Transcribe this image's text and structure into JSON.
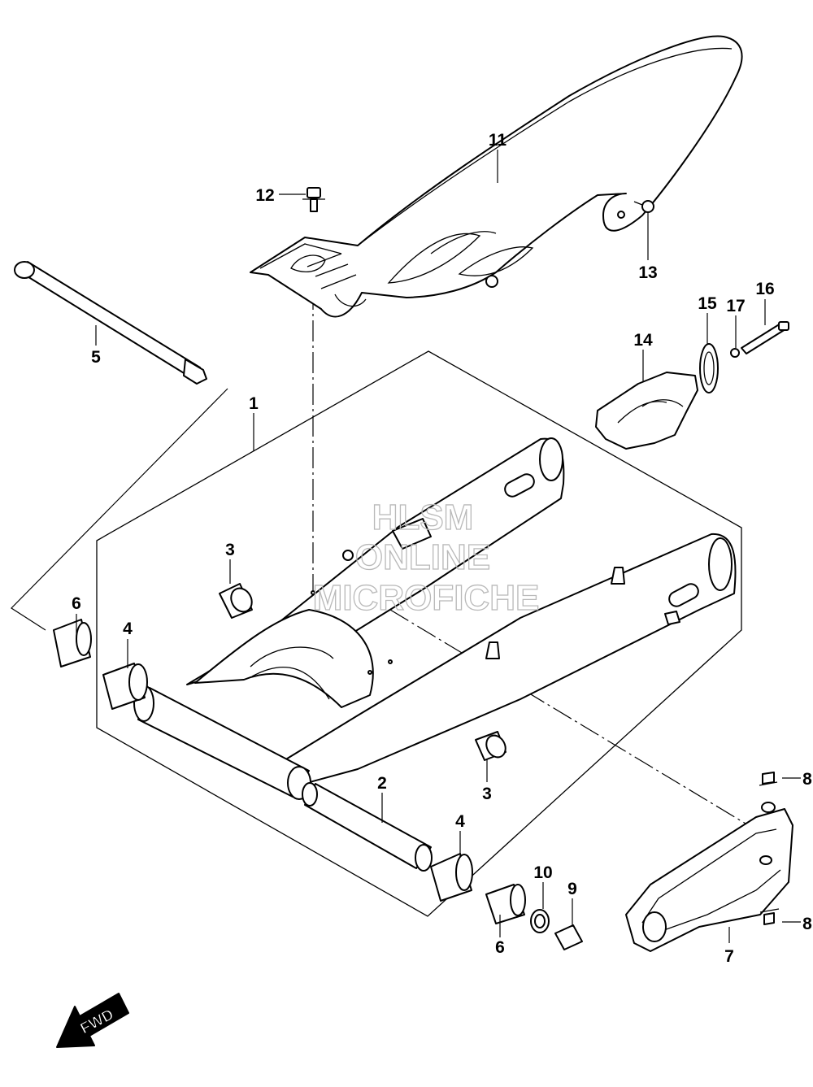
{
  "diagram": {
    "callouts": [
      {
        "id": "c1",
        "text": "1"
      },
      {
        "id": "c2",
        "text": "2"
      },
      {
        "id": "c3a",
        "text": "3"
      },
      {
        "id": "c3b",
        "text": "3"
      },
      {
        "id": "c4a",
        "text": "4"
      },
      {
        "id": "c4b",
        "text": "4"
      },
      {
        "id": "c5",
        "text": "5"
      },
      {
        "id": "c6a",
        "text": "6"
      },
      {
        "id": "c6b",
        "text": "6"
      },
      {
        "id": "c7",
        "text": "7"
      },
      {
        "id": "c8a",
        "text": "8"
      },
      {
        "id": "c8b",
        "text": "8"
      },
      {
        "id": "c9",
        "text": "9"
      },
      {
        "id": "c10",
        "text": "10"
      },
      {
        "id": "c11",
        "text": "11"
      },
      {
        "id": "c12",
        "text": "12"
      },
      {
        "id": "c13",
        "text": "13"
      },
      {
        "id": "c14",
        "text": "14"
      },
      {
        "id": "c15",
        "text": "15"
      },
      {
        "id": "c16",
        "text": "16"
      },
      {
        "id": "c17",
        "text": "17"
      }
    ],
    "watermark": {
      "line1": "HLSM",
      "line2": "ONLINE",
      "line3": "MICROFICHE"
    },
    "direction_label": "FWD"
  }
}
